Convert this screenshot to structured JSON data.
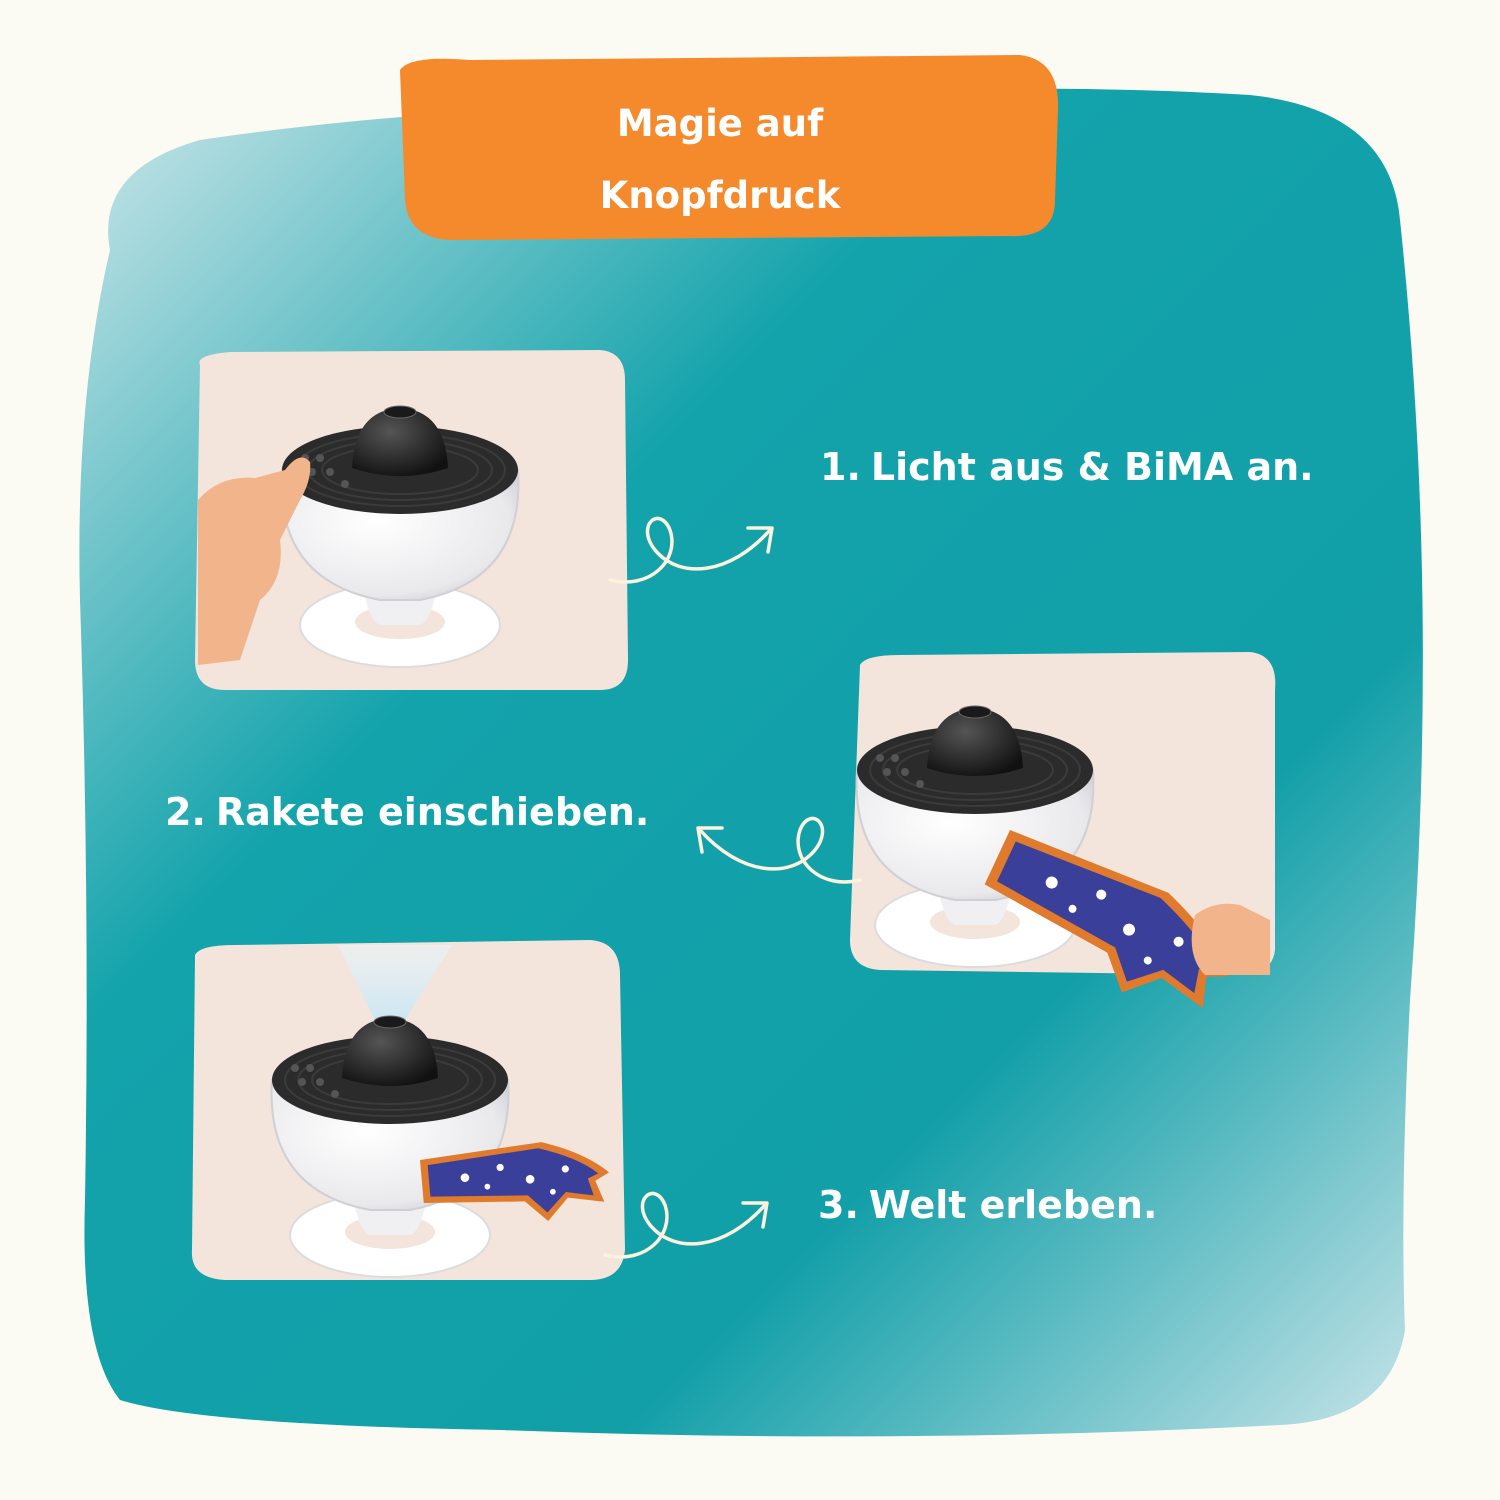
{
  "colors": {
    "background": "#fbfbf3",
    "teal": "#13a3ab",
    "teal_light": "#9fd3d8",
    "orange": "#f58a2d",
    "card": "#f3e4dc",
    "white": "#ffffff",
    "device_black": "#2b2b2b",
    "rocket_blue": "#3a3f9a",
    "rocket_orange": "#e07a2c",
    "skin": "#f2b48a"
  },
  "header": {
    "line1": "Magie auf",
    "line2": "Knopfdruck"
  },
  "steps": [
    {
      "number": "1.",
      "text": "Licht aus & BiMA an."
    },
    {
      "number": "2.",
      "text": "Rakete einschieben."
    },
    {
      "number": "3.",
      "text": "Welt erleben."
    }
  ],
  "icons": {
    "arrow": "curly-arrow-icon",
    "device": "projector-device",
    "hand": "hand-icon",
    "rocket": "rocket-card"
  }
}
